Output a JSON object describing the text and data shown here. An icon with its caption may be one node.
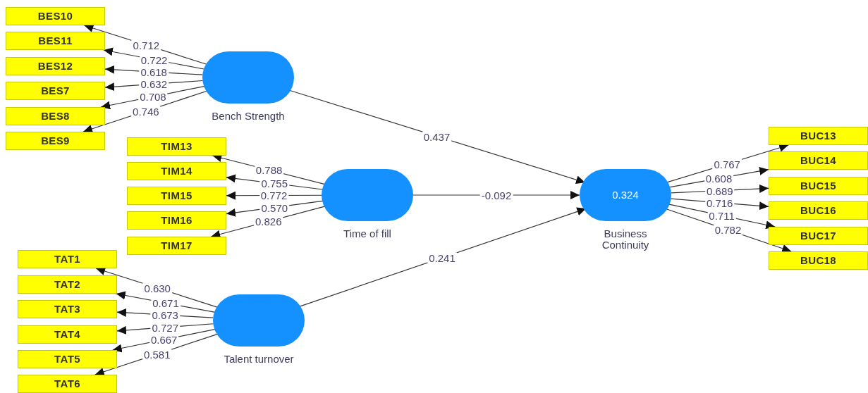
{
  "diagram": {
    "nodes": [
      {
        "text": [
          "BES10"
        ]
      },
      {
        "text": [
          "BES11"
        ]
      },
      {
        "text": [
          "BES12"
        ]
      },
      {
        "text": [
          "BES7"
        ]
      },
      {
        "text": [
          "BES8"
        ]
      },
      {
        "text": [
          "BES9"
        ]
      },
      {
        "text": [
          "Bench Strength"
        ]
      },
      {
        "text": [
          "TIM13"
        ]
      },
      {
        "text": [
          "TIM14"
        ]
      },
      {
        "text": [
          "TIM15"
        ]
      },
      {
        "text": [
          "TIM16"
        ]
      },
      {
        "text": [
          "TIM17"
        ]
      },
      {
        "text": [
          "Time of fill"
        ]
      },
      {
        "text": [
          "TAT1"
        ]
      },
      {
        "text": [
          "TAT2"
        ]
      },
      {
        "text": [
          "TAT3"
        ]
      },
      {
        "text": [
          "TAT4"
        ]
      },
      {
        "text": [
          "TAT5"
        ]
      },
      {
        "text": [
          "TAT6"
        ]
      },
      {
        "text": [
          "Talent turnover"
        ]
      },
      {
        "text": [
          "0.324",
          "Business Continuity"
        ]
      },
      {
        "text": [
          "BUC13"
        ]
      },
      {
        "text": [
          "BUC14"
        ]
      },
      {
        "text": [
          "BUC15"
        ]
      },
      {
        "text": [
          "BUC16"
        ]
      },
      {
        "text": [
          "BUC17"
        ]
      },
      {
        "text": [
          "BUC18"
        ]
      }
    ],
    "edges": [
      {
        "from": 6,
        "to": 0,
        "arrow": "to",
        "label": "0.712"
      },
      {
        "from": 6,
        "to": 1,
        "arrow": "to",
        "label": "0.722"
      },
      {
        "from": 6,
        "to": 2,
        "arrow": "to",
        "label": "0.618"
      },
      {
        "from": 6,
        "to": 3,
        "arrow": "to",
        "label": "0.632"
      },
      {
        "from": 6,
        "to": 4,
        "arrow": "to",
        "label": "0.708"
      },
      {
        "from": 6,
        "to": 5,
        "arrow": "to",
        "label": "0.746"
      },
      {
        "from": 6,
        "to": 20,
        "arrow": "to",
        "label": "0.437"
      },
      {
        "from": 12,
        "to": 7,
        "arrow": "to",
        "label": "0.788"
      },
      {
        "from": 12,
        "to": 8,
        "arrow": "to",
        "label": "0.755"
      },
      {
        "from": 12,
        "to": 9,
        "arrow": "to",
        "label": "0.772"
      },
      {
        "from": 12,
        "to": 10,
        "arrow": "to",
        "label": "0.570"
      },
      {
        "from": 12,
        "to": 11,
        "arrow": "to",
        "label": "0.826"
      },
      {
        "from": 12,
        "to": 20,
        "arrow": "to",
        "label": "-0.092"
      },
      {
        "from": 19,
        "to": 13,
        "arrow": "to",
        "label": "0.630"
      },
      {
        "from": 19,
        "to": 14,
        "arrow": "to",
        "label": "0.671"
      },
      {
        "from": 19,
        "to": 15,
        "arrow": "to",
        "label": "0.673"
      },
      {
        "from": 19,
        "to": 16,
        "arrow": "to",
        "label": "0.727"
      },
      {
        "from": 19,
        "to": 17,
        "arrow": "to",
        "label": "0.667"
      },
      {
        "from": 19,
        "to": 18,
        "arrow": "to",
        "label": "0.581"
      },
      {
        "from": 19,
        "to": 20,
        "arrow": "to",
        "label": "0.241"
      },
      {
        "from": 20,
        "to": 21,
        "arrow": "to",
        "label": "0.767"
      },
      {
        "from": 20,
        "to": 22,
        "arrow": "to",
        "label": "0.608"
      },
      {
        "from": 20,
        "to": 23,
        "arrow": "to",
        "label": "0.689"
      },
      {
        "from": 20,
        "to": 24,
        "arrow": "to",
        "label": "0.716"
      },
      {
        "from": 20,
        "to": 25,
        "arrow": "to",
        "label": "0.711"
      },
      {
        "from": 20,
        "to": 26,
        "arrow": "to",
        "label": "0.782"
      }
    ]
  }
}
